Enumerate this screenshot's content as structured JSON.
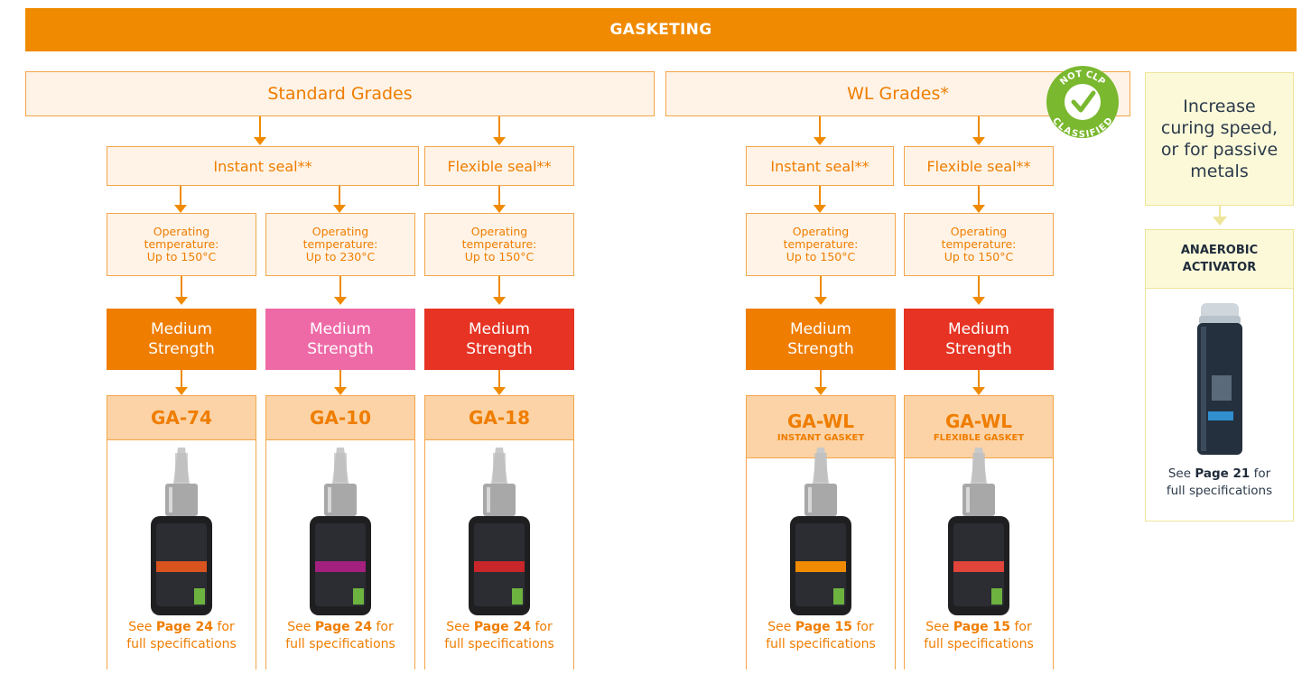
{
  "banner": "GASKETING",
  "standard": {
    "title": "Standard Grades",
    "instant": "Instant seal**",
    "flexible": "Flexible seal**",
    "columns": [
      {
        "temp": [
          "Operating",
          "temperature:",
          "Up to 150°C"
        ],
        "strength": [
          "Medium",
          "Strength"
        ],
        "color": "#ef7d00",
        "product": "GA-74",
        "see_pre": "See ",
        "page": "Page 24",
        "see_post": " for",
        "see_line2": "full specifications",
        "label_color": "#d9531e"
      },
      {
        "temp": [
          "Operating",
          "temperature:",
          "Up to 230°C"
        ],
        "strength": [
          "Medium",
          "Strength"
        ],
        "color": "#ee6aa7",
        "product": "GA-10",
        "see_pre": "See ",
        "page": "Page 24",
        "see_post": " for",
        "see_line2": "full specifications",
        "label_color": "#a3207f"
      },
      {
        "temp": [
          "Operating",
          "temperature:",
          "Up to 150°C"
        ],
        "strength": [
          "Medium",
          "Strength"
        ],
        "color": "#e63323",
        "product": "GA-18",
        "see_pre": "See ",
        "page": "Page 24",
        "see_post": " for",
        "see_line2": "full specifications",
        "label_color": "#c8262a"
      }
    ]
  },
  "wl": {
    "title": "WL Grades*",
    "badge": {
      "top": "NOT CLP",
      "bottom": "CLASSIFIED",
      "color": "#7ab82f"
    },
    "instant": "Instant seal**",
    "flexible": "Flexible seal**",
    "columns": [
      {
        "temp": [
          "Operating",
          "temperature:",
          "Up to 150°C"
        ],
        "strength": [
          "Medium",
          "Strength"
        ],
        "color": "#ef7d00",
        "product": "GA-WL",
        "sub": "INSTANT GASKET",
        "see_pre": "See ",
        "page": "Page 15",
        "see_post": " for",
        "see_line2": "full specifications",
        "label_color": "#f08a00"
      },
      {
        "temp": [
          "Operating",
          "temperature:",
          "Up to 150°C"
        ],
        "strength": [
          "Medium",
          "Strength"
        ],
        "color": "#e63323",
        "product": "GA-WL",
        "sub": "FLEXIBLE GASKET",
        "see_pre": "See ",
        "page": "Page 15",
        "see_post": " for",
        "see_line2": "full specifications",
        "label_color": "#e0443a"
      }
    ]
  },
  "activator": {
    "lines": [
      "Increase",
      "curing speed,",
      "or for passive",
      "metals"
    ],
    "title": [
      "ANAEROBIC",
      "ACTIVATOR"
    ],
    "see_pre": "See ",
    "page": "Page 21",
    "see_post": " for",
    "see_line2": "full specifications"
  },
  "colors": {
    "orange": "#f08a00",
    "light_orange": "#fef3e6",
    "pink": "#ee6aa7",
    "red": "#e63323",
    "green": "#7ab82f",
    "yellow": "#fcf9d9"
  }
}
